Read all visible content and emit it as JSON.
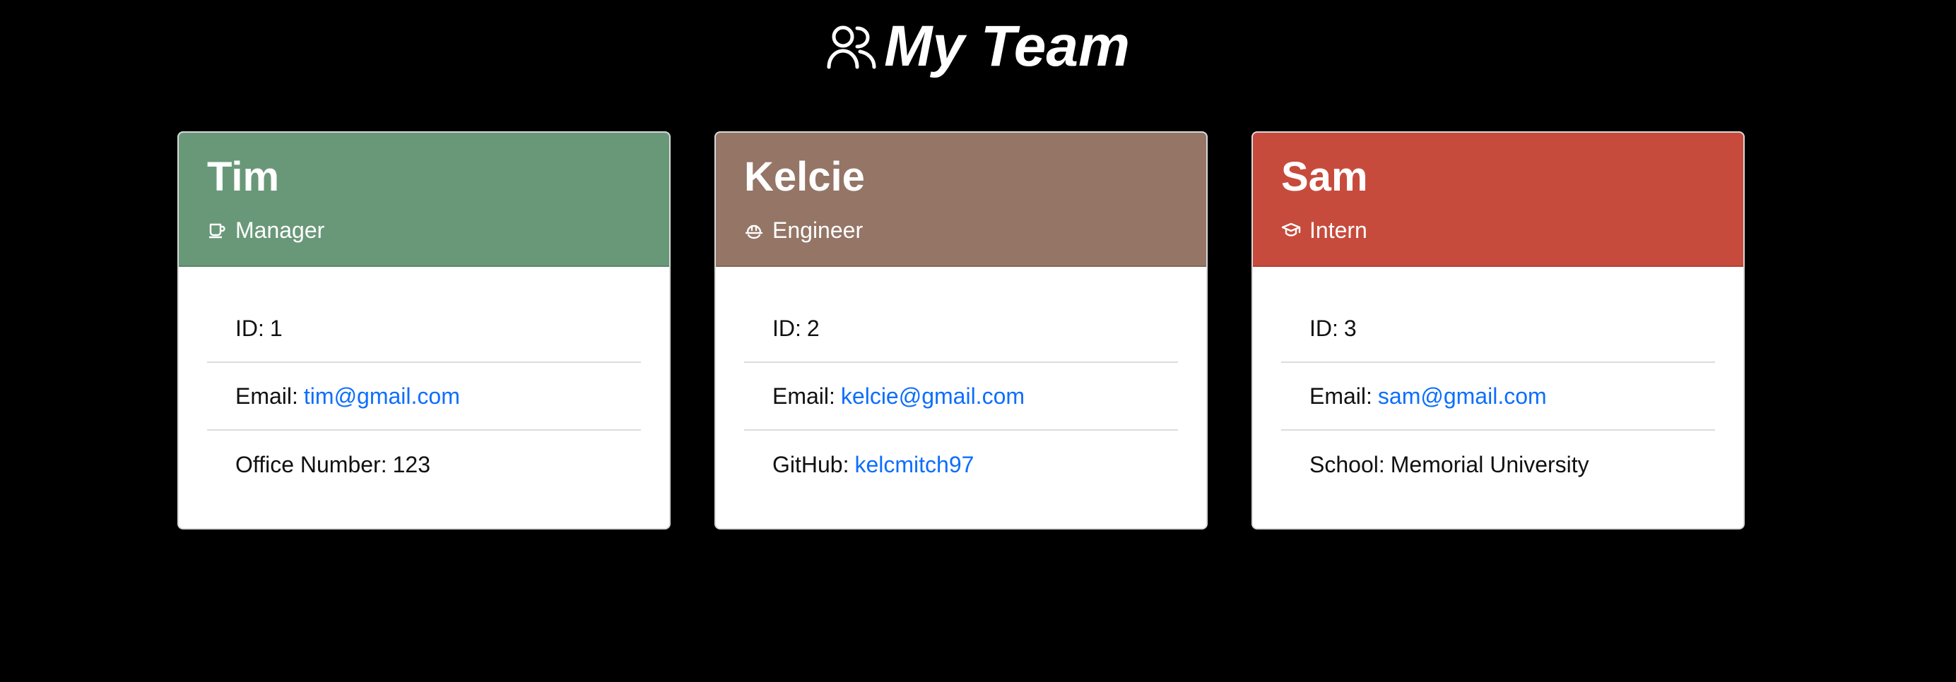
{
  "page": {
    "title": "My Team",
    "title_icon": "team-icon",
    "background": "#000000"
  },
  "team": [
    {
      "name": "Tim",
      "role": "Manager",
      "role_icon": "mug-icon",
      "header_color": "#699879",
      "id_label": "ID:",
      "id_value": "1",
      "email_label": "Email:",
      "email": "tim@gmail.com",
      "extra_label": "Office Number:",
      "extra_value": "123"
    },
    {
      "name": "Kelcie",
      "role": "Engineer",
      "role_icon": "hard-hat-icon",
      "header_color": "#947566",
      "id_label": "ID:",
      "id_value": "2",
      "email_label": "Email:",
      "email": "kelcie@gmail.com",
      "extra_label": "GitHub:",
      "extra_value": "kelcmitch97"
    },
    {
      "name": "Sam",
      "role": "Intern",
      "role_icon": "graduation-cap-icon",
      "header_color": "#c74b3c",
      "id_label": "ID:",
      "id_value": "3",
      "email_label": "Email:",
      "email": "sam@gmail.com",
      "extra_label": "School:",
      "extra_value": "Memorial University"
    }
  ],
  "link_color": "#0d6efd"
}
